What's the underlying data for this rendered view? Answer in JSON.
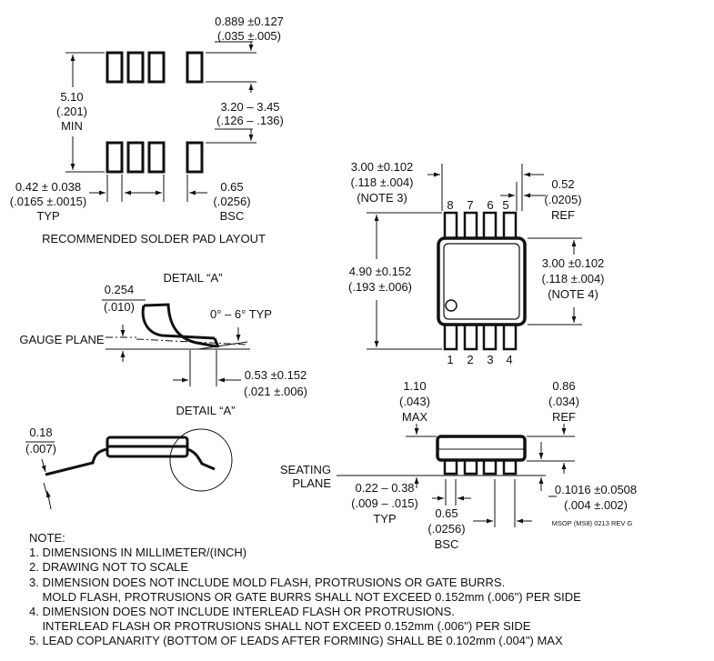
{
  "solder_pad": {
    "title": "RECOMMENDED SOLDER PAD LAYOUT",
    "pad_length": [
      "0.889 ±0.127",
      "(.035 ±.005)"
    ],
    "span": [
      "5.10",
      "(.201)",
      "MIN"
    ],
    "inner_span": [
      "3.20 – 3.45",
      "(.126 – .136)"
    ],
    "pad_width": [
      "0.42 ± 0.038",
      "(.0165 ±.0015)",
      "TYP"
    ],
    "pitch": [
      "0.65",
      "(.0256)",
      "BSC"
    ]
  },
  "detail_a_gauge": {
    "title": "DETAIL “A”",
    "gauge_plane": "GAUGE PLANE",
    "gauge_height": [
      "0.254",
      "(.010)"
    ],
    "angle": "0° – 6° TYP",
    "foot_length": [
      "0.53 ±0.152",
      "(.021 ±.006)"
    ]
  },
  "side_detail": {
    "title": "DETAIL “A”",
    "lead_thickness": [
      "0.18",
      "(.007)"
    ]
  },
  "top_view": {
    "body_length": [
      "3.00 ±0.102",
      "(.118 ±.004)",
      "(NOTE 3)"
    ],
    "lead_end": [
      "0.52",
      "(.0205)",
      "REF"
    ],
    "overall_width": [
      "4.90 ±0.152",
      "(.193 ±.006)"
    ],
    "body_width": [
      "3.00 ±0.102",
      "(.118 ±.004)",
      "(NOTE 4)"
    ],
    "top_pins": [
      "8",
      "7",
      "6",
      "5"
    ],
    "bottom_pins": [
      "1",
      "2",
      "3",
      "4"
    ]
  },
  "side_view": {
    "max_height": [
      "1.10",
      "(.043)",
      "MAX"
    ],
    "body_height": [
      "0.86",
      "(.034)",
      "REF"
    ],
    "seating_plane": [
      "SEATING",
      "PLANE"
    ],
    "lead_width": [
      "0.22 – 0.38",
      "(.009 – .015)",
      "TYP"
    ],
    "pitch": [
      "0.65",
      "(.0256)",
      "BSC"
    ],
    "standoff": [
      "0.1016 ±0.0508",
      "(.004 ±.002)"
    ],
    "revision": "MSOP (MS8) 0213 REV G"
  },
  "notes": [
    "NOTE:",
    "1. DIMENSIONS IN MILLIMETER/(INCH)",
    "2. DRAWING NOT TO SCALE",
    "3. DIMENSION DOES NOT INCLUDE MOLD FLASH, PROTRUSIONS OR GATE BURRS.",
    "    MOLD FLASH, PROTRUSIONS OR GATE BURRS SHALL NOT EXCEED 0.152mm (.006\") PER SIDE",
    "4. DIMENSION DOES NOT INCLUDE INTERLEAD FLASH OR PROTRUSIONS.",
    "    INTERLEAD FLASH OR PROTRUSIONS SHALL NOT EXCEED 0.152mm (.006\") PER SIDE",
    "5. LEAD COPLANARITY (BOTTOM OF LEADS AFTER FORMING) SHALL BE 0.102mm (.004\") MAX"
  ]
}
